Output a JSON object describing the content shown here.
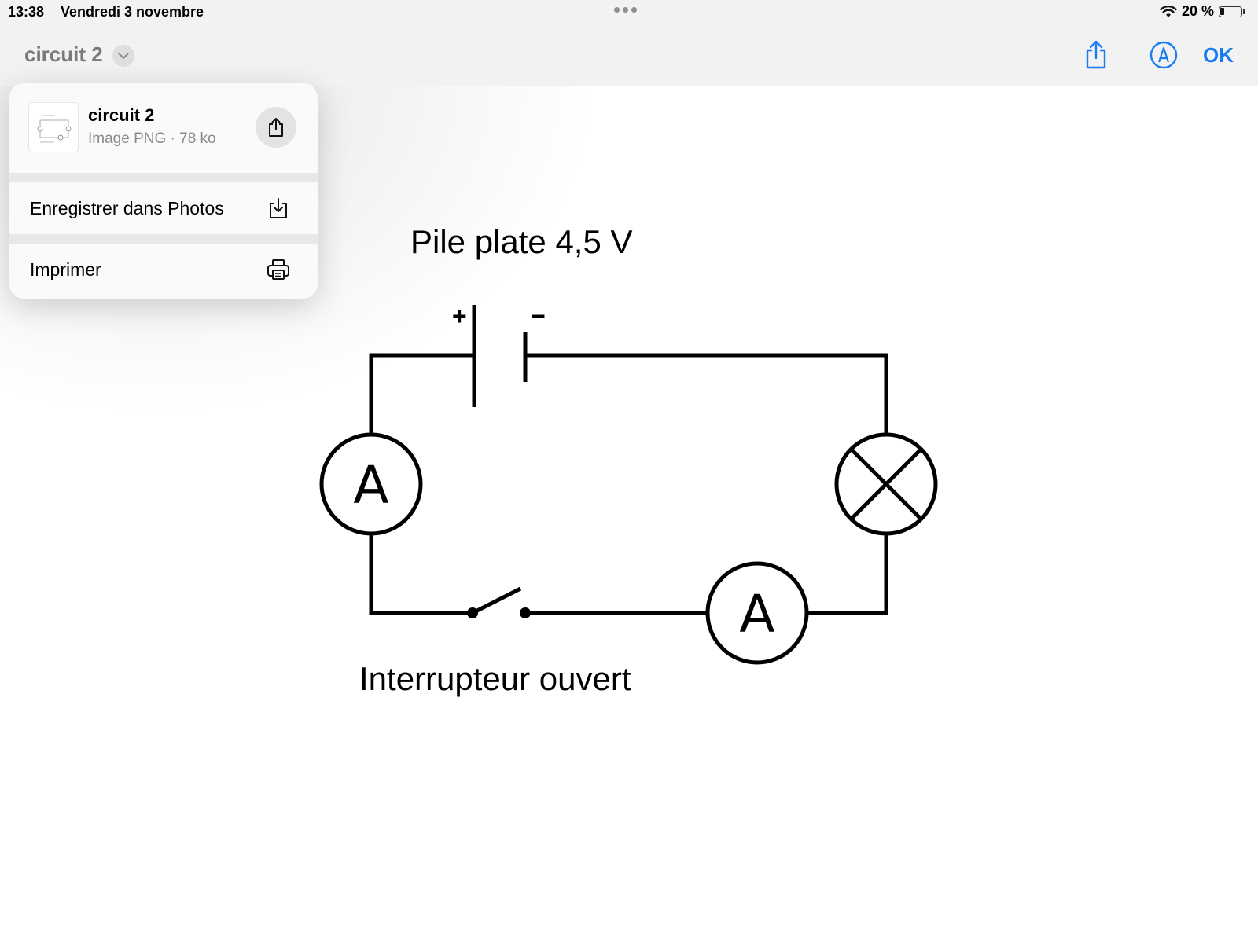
{
  "status_bar": {
    "time": "13:38",
    "date": "Vendredi 3 novembre",
    "battery_text": "20 %",
    "battery_level": 0.2
  },
  "nav": {
    "title": "circuit 2",
    "ok_label": "OK",
    "accent": "#1a7cf3"
  },
  "popover": {
    "file_name": "circuit 2",
    "file_meta": "Image PNG · 78 ko",
    "items": [
      {
        "label": "Enregistrer dans Photos",
        "icon": "save-download-icon"
      },
      {
        "label": "Imprimer",
        "icon": "printer-icon"
      }
    ]
  },
  "diagram": {
    "title": "Pile plate 4,5 V",
    "plus": "+",
    "minus": "−",
    "ammeter_label": "A",
    "switch_label": "Interrupteur ouvert"
  }
}
